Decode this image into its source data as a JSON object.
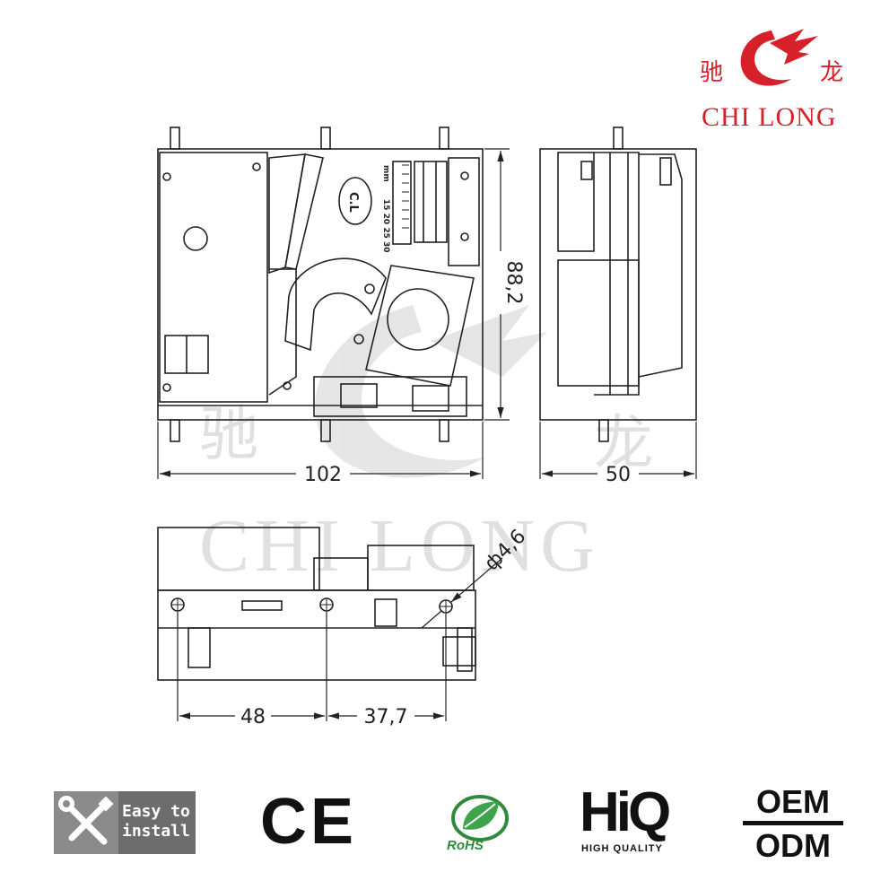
{
  "brand": {
    "char_left": "驰",
    "char_right": "龙",
    "name": "CHI LONG",
    "color": "#d6212a"
  },
  "watermark": {
    "char_left": "驰",
    "char_right": "龙",
    "name": "CHI LONG"
  },
  "front_view": {
    "label_mark": "C.L",
    "scale_numbers": "15 20 25 30",
    "scale_unit": "mm"
  },
  "dimensions": {
    "width": "102",
    "height": "88,2",
    "depth": "50",
    "hole_spacing_1": "48",
    "hole_spacing_2": "37,7",
    "hole_diameter": "ф4,6"
  },
  "badges": {
    "easy_install": {
      "line1": "Easy to",
      "line2": "install",
      "icon": "wrench-screwdriver-icon"
    },
    "ce": "CE",
    "rohs": "RoHS",
    "hiq": {
      "big": "HiQ",
      "small": "HIGH QUALITY"
    },
    "oem": {
      "top": "OEM",
      "bottom": "ODM"
    }
  }
}
